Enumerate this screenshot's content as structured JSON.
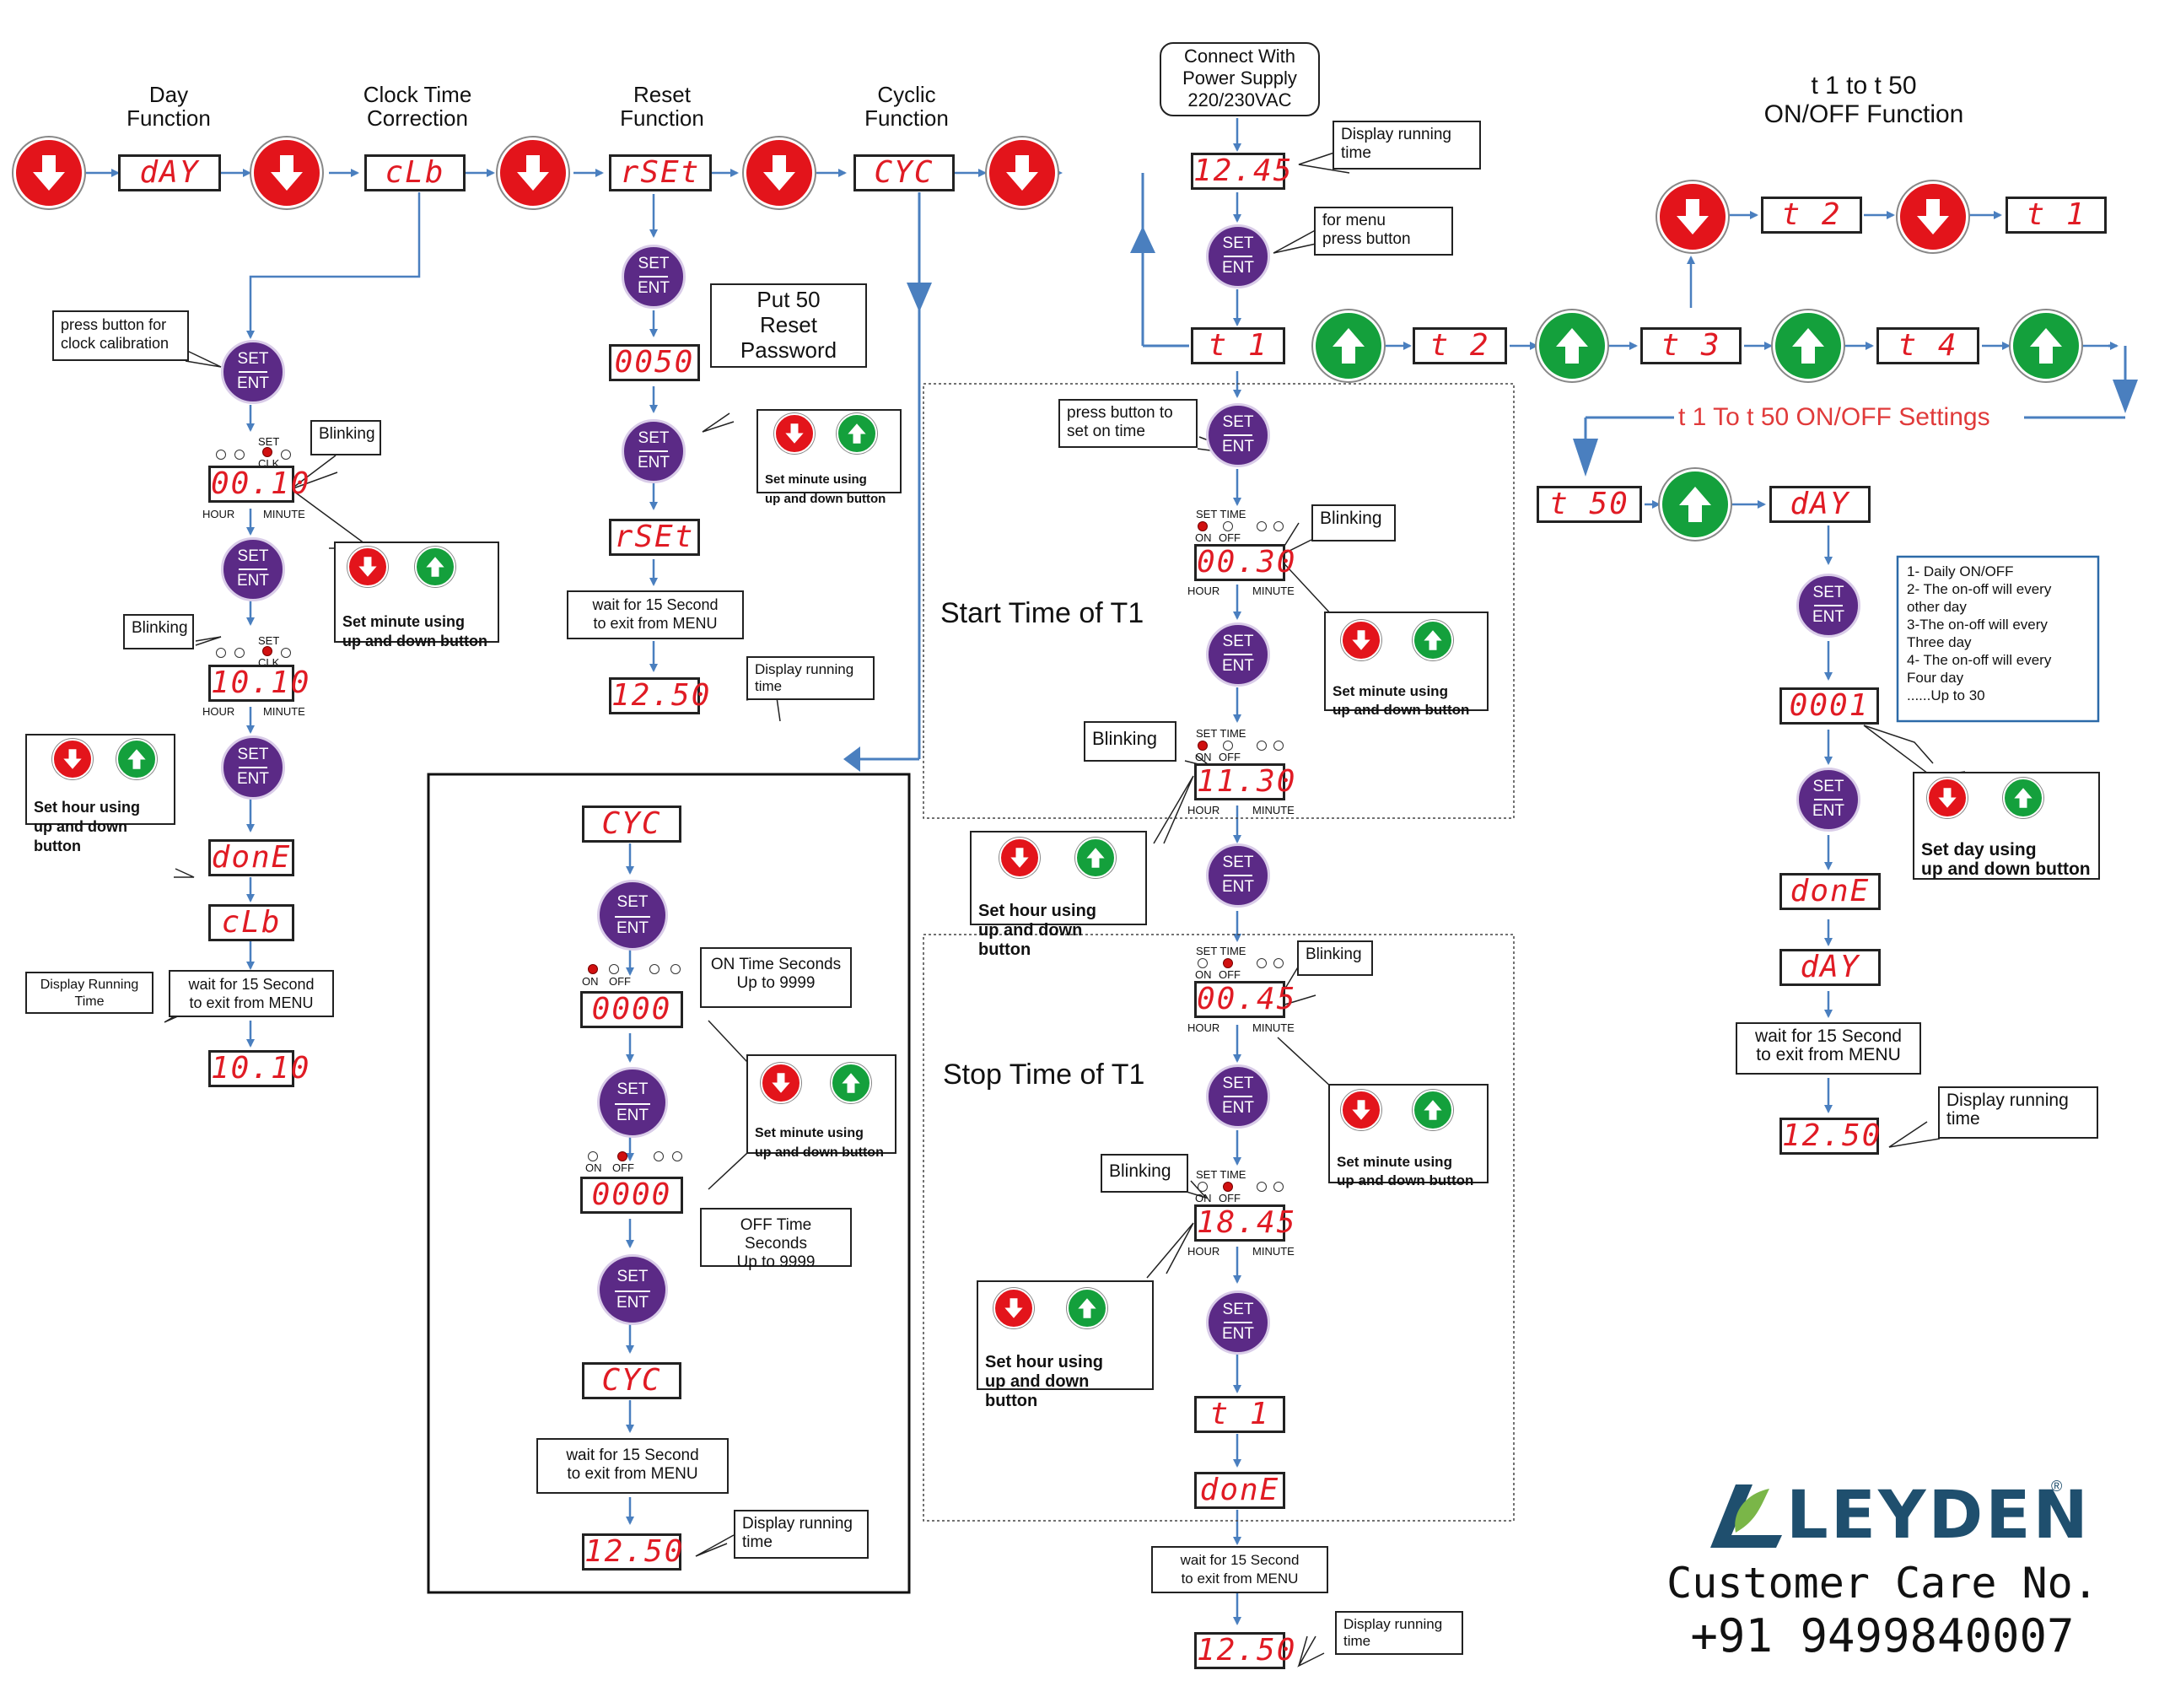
{
  "headers": {
    "day": "Day\nFunction",
    "clock": "Clock Time\nCorrection",
    "reset": "Reset\nFunction",
    "cyclic": "Cyclic\nFunction",
    "t1t50": "t 1 to t 50\nON/OFF Function",
    "power": "Connect With\nPower Supply\n220/230VAC"
  },
  "displays": {
    "day": "dAY",
    "clb": "cLb",
    "rset": "rSEt",
    "cyc": "CYC",
    "run_main": "12.45",
    "t1": "t 1",
    "t2": "t 2",
    "t3": "t 3",
    "t4": "t 4",
    "t50": "t 50",
    "clk1": "00.10",
    "clk2": "10.10",
    "done": "donE",
    "clb2": "cLb",
    "clk_final": "10.10",
    "pwd": "0050",
    "rset2": "rSEt",
    "run_1250": "12.50",
    "cyc_in": "CYC",
    "on_sec": "0000",
    "off_sec": "0000",
    "cyc_out": "CYC",
    "cyc_run": "12.50",
    "start_m": "00.30",
    "start_h": "11.30",
    "stop_m": "00.45",
    "stop_h": "18.45",
    "t1_end": "t 1",
    "t1_done": "donE",
    "t1_run": "12.50",
    "r_day": "dAY",
    "r_0001": "0001",
    "r_done": "donE",
    "r_day2": "dAY",
    "r_run": "12.50",
    "top_t2": "t 2",
    "top_t1": "t 1"
  },
  "buttons": {
    "set": "SET",
    "ent": "ENT"
  },
  "notes": {
    "display_running_time": "Display running\ntime",
    "for_menu": "for menu\npress button",
    "press_clock": "press button for\nclock calibration",
    "blinking": "Blinking",
    "set_minute": "Set minute using\nup and down button",
    "set_hour": "Set hour using\nup and down button",
    "set_day": "Set day using\nup and down button",
    "wait": "wait for 15 Second\nto exit from MENU",
    "display_running_time_cap": "Display Running\nTime",
    "put50": "Put 50\nReset\nPassword",
    "press_set_on": "press button to\nset on time",
    "on_time": "ON Time Seconds\nUp to 9999",
    "off_time": "OFF Time Seconds\nUp to 9999",
    "mode_list": "1- Daily ON/OFF\n2- The on-off will  every\nother day\n3-The on-off will  every\nThree day\n4- The on-off will every\nFour day\n......Up to 30"
  },
  "labels": {
    "set_tag": "SET",
    "clk_tag": "CLK",
    "hour": "HOUR",
    "minute": "MINUTE",
    "set_time": "SET TIME",
    "on": "ON",
    "off": "OFF",
    "start_time": "Start Time of T1",
    "stop_time": "Stop Time of T1",
    "settings": "t 1 To t 50 ON/OFF Settings"
  },
  "brand": {
    "name": "LEYDEN",
    "reg": "®",
    "care": "Customer Care No.",
    "phone": "+91 9499840007",
    "color": "#1f4f6e",
    "leaf_color": "#7ab648"
  },
  "colors": {
    "arrow": "#4a7fbf",
    "red_button": "#e3141b",
    "green_button": "#14a03c",
    "set_button": "#5b2a86",
    "segment": "#e01b24",
    "settings_text": "#e03a3a"
  },
  "icons": {
    "down": "down-arrow-icon",
    "up": "up-arrow-icon"
  }
}
